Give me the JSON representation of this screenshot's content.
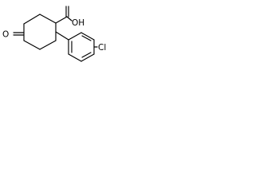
{
  "atoms": {
    "ketone_oxygen": "O",
    "hydroxyl": "OH",
    "chlorine": "Cl"
  }
}
